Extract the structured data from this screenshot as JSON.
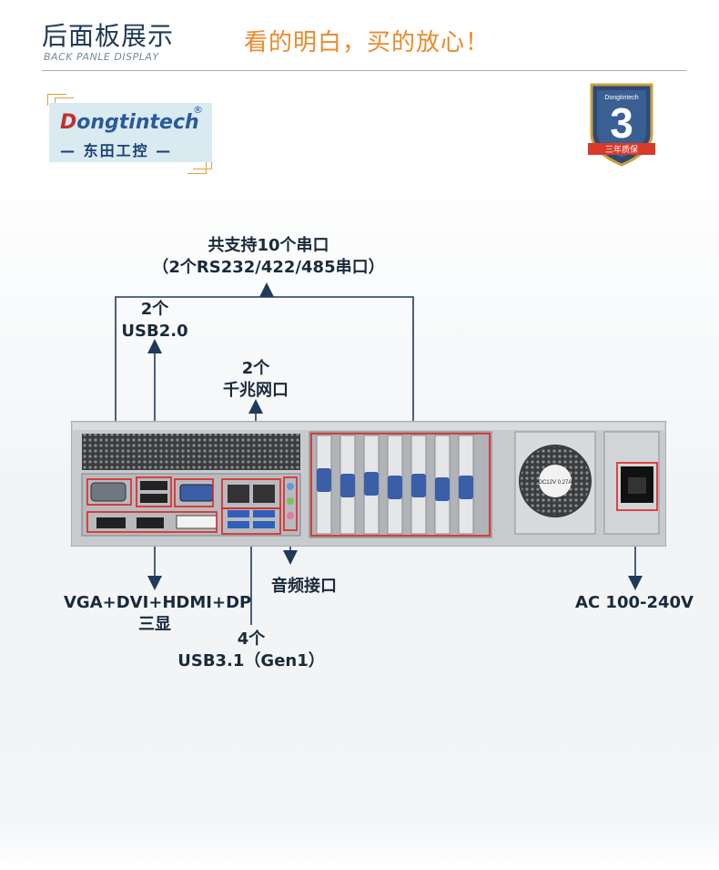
{
  "header": {
    "title_cn": "后面板展示",
    "title_en": "BACK PANLE DISPLAY",
    "slogan": "看的明白，买的放心！"
  },
  "logo": {
    "brand": "ongtintech",
    "brand_initial": "D",
    "registered": "®",
    "subtitle": "— 东田工控 —"
  },
  "badge": {
    "number": "3",
    "brand": "Dongtintech",
    "caption": "三年质保"
  },
  "callouts": {
    "serial_line1": "共支持10个串口",
    "serial_line2": "（2个RS232/422/485串口）",
    "usb2_line1": "2个",
    "usb2_line2": "USB2.0",
    "lan_line1": "2个",
    "lan_line2": "千兆网口",
    "display_line1": "VGA+DVI+HDMI+DP",
    "display_line2": "三显",
    "audio": "音频接口",
    "usb3_line1": "4个",
    "usb3_line2": "USB3.1（Gen1）",
    "power": "AC 100-240V"
  },
  "fan_label": "DC12V 0.27A",
  "colors": {
    "slogan": "#e98a2c",
    "title": "#213a56",
    "highlight": "#e02020",
    "arrow": "#1f3a5c"
  }
}
